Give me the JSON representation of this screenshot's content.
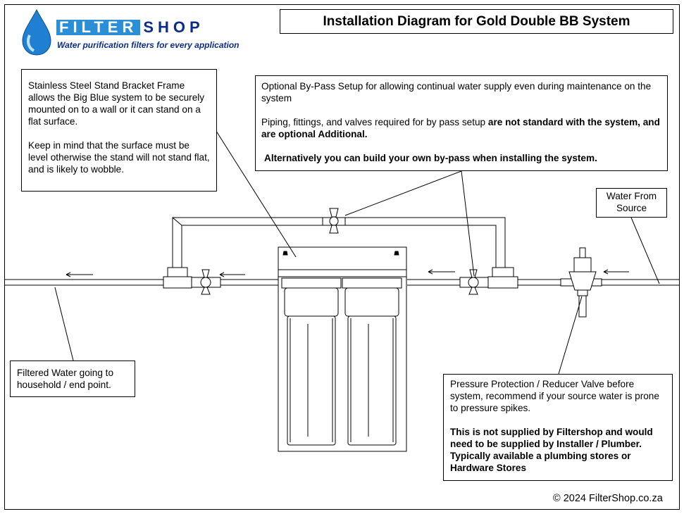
{
  "title": "Installation  Diagram for Gold Double BB System",
  "logo": {
    "word_part1": "FILTER",
    "word_part2": "SHOP",
    "tagline": "Water purification filters for every application",
    "colors": {
      "drop": "#1f7fd0",
      "filter_bg": "#2a8fd6",
      "shop_text": "#0a2d8c"
    }
  },
  "stand_note": {
    "para1": "Stainless Steel Stand Bracket Frame allows the Big Blue system to be securely mounted on to a wall or it can stand on a flat surface.",
    "para2": "Keep in mind that the surface must be level otherwise the stand will not stand flat, and is likely to wobble."
  },
  "bypass_note": {
    "line1": "Optional By-Pass Setup for allowing continual water supply even during maintenance on the system",
    "line2_normal": "Piping, fittings, and valves required for by pass setup ",
    "line2_bold": "are not standard with the system, and are optional Additional.",
    "line3_bold": "Alternatively you can build your own by-pass  when installing the system."
  },
  "source_note": {
    "line1": "Water From",
    "line2": "Source"
  },
  "filtered_note": {
    "text": "Filtered Water going to household / end point."
  },
  "pressure_note": {
    "para1": "Pressure Protection / Reducer Valve  before system, recommend if your source water is prone to pressure spikes.",
    "para2_bold": "This is not supplied by  Filtershop and would need to be supplied by Installer / Plumber. Typically available a plumbing stores or Hardware Stores"
  },
  "copyright": "© 2024 FilterShop.co.za",
  "flow_arrows": [
    "←",
    "←",
    "←",
    "←"
  ]
}
